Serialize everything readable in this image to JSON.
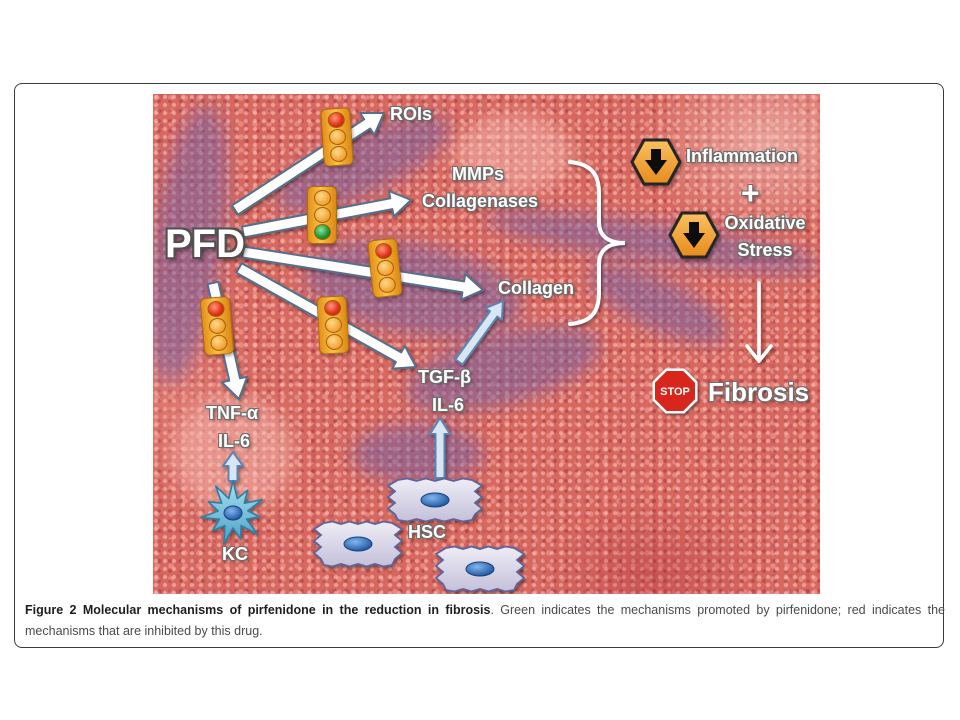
{
  "figure": {
    "label": "Figure 2",
    "title": "Molecular mechanisms of pirfenidone in the reduction in fibrosis",
    "caption_text": ". Green indicates the mechanisms promoted by pirfenidone; red indicates the mechanisms that are inhibited by this drug."
  },
  "diagram": {
    "drug": "PFD",
    "targets": {
      "rois": "ROIs",
      "mmps": "MMPs",
      "collagenases": "Collagenases",
      "collagen": "Collagen",
      "tgf": "TGF-β",
      "il6_hsc": "IL-6",
      "tnf": "TNF-α",
      "il6_kc": "IL-6"
    },
    "cells": {
      "kc": "KC",
      "hsc": "HSC"
    },
    "outcomes": {
      "inflammation": "Inflammation",
      "plus": "+",
      "oxidative_stress": "Oxidative Stress",
      "fibrosis": "Fibrosis",
      "stop": "STOP"
    }
  },
  "traffic_lights": {
    "rois": "red",
    "mmps_collagenases": "green",
    "collagen": "red",
    "tgf_il6": "red",
    "tnf_il6": "red"
  },
  "icons": {
    "traffic_light": "traffic-light-icon",
    "decrease": "down-arrow-hexagon-icon",
    "stop": "stop-sign-icon",
    "kupffer_cell": "kc-cell-icon",
    "stellate_cell": "hsc-cell-icon"
  },
  "colors": {
    "inhibited": "#e2341d",
    "promoted": "#1d9a3a",
    "hexagon": "#f3a53d",
    "stop_sign": "#d8261c",
    "cell_nucleus": "#1f5aa8"
  }
}
